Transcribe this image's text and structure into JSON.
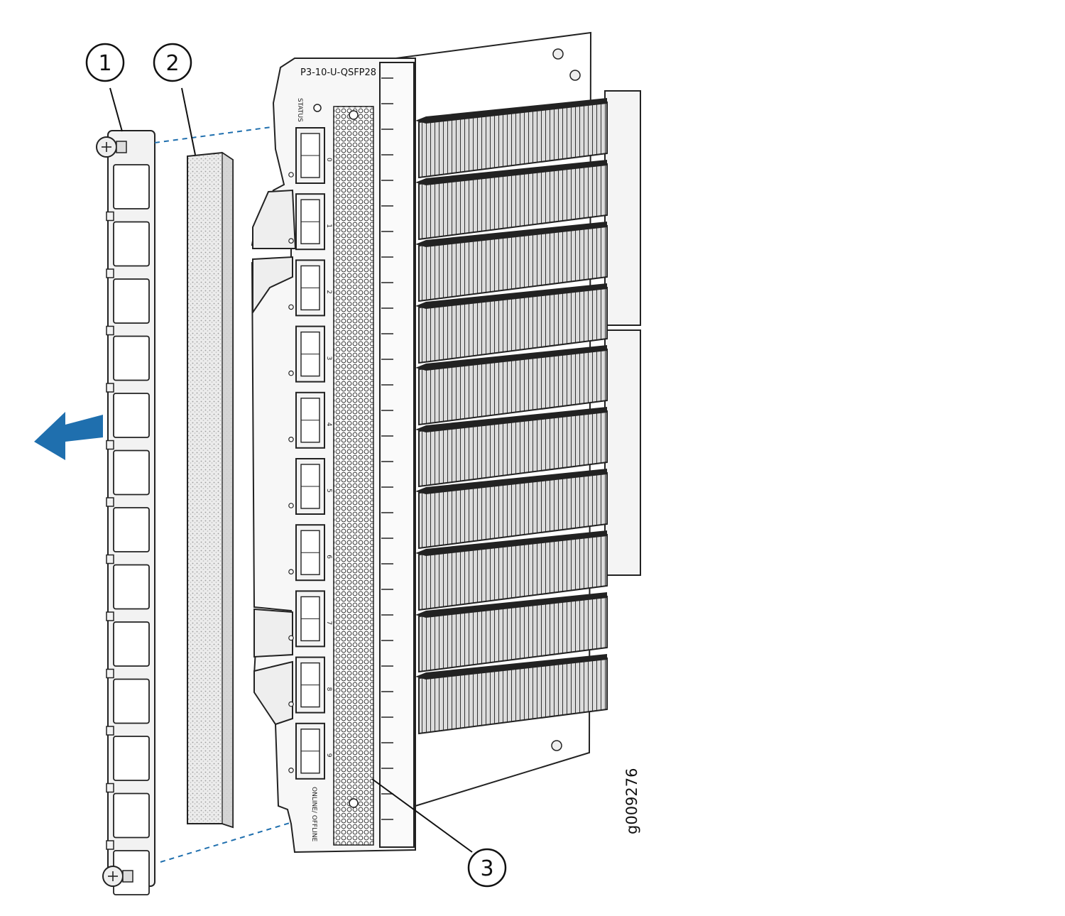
{
  "callouts": [
    "1",
    "2",
    "3"
  ],
  "module": {
    "model": "P3-10-U-QSFP28",
    "status_label": "STATUS",
    "online_label": "ONLINE/ OFFLINE",
    "ports": [
      "0",
      "1",
      "2",
      "3",
      "4",
      "5",
      "6",
      "7",
      "8",
      "9"
    ]
  },
  "figure_id": "g009276",
  "colors": {
    "arrow": "#1f6fae",
    "dashed_line": "#1f6fae",
    "outline": "#222222",
    "bracket_fill": "#f2f2f2",
    "foam_fill": "#e9e9e9",
    "heatsink_fill": "#d9d9d9"
  },
  "icons": [
    "removal-arrow-icon",
    "captive-screw-icon"
  ]
}
